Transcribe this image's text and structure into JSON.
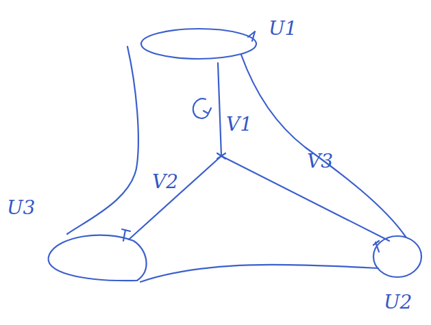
{
  "diagram": {
    "labels": [
      "U1",
      "V1",
      "V2",
      "V3",
      "U3",
      "U2"
    ]
  }
}
